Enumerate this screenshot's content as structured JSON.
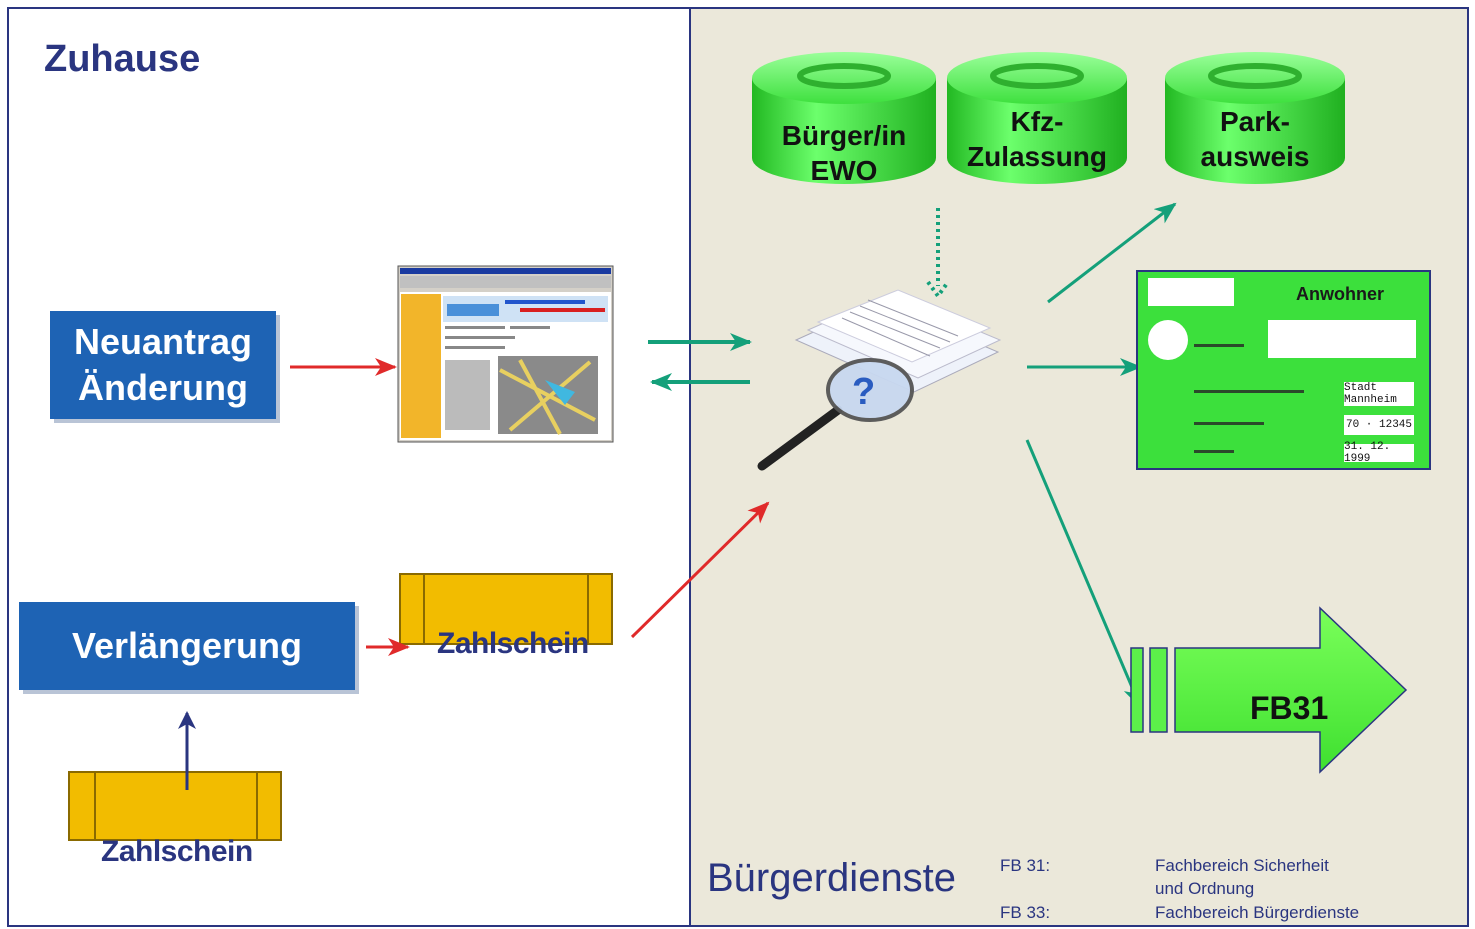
{
  "left_panel": {
    "title": "Zuhause",
    "neuantrag_box": "Neuantrag\nÄnderung",
    "verlaengerung_box": "Verlängerung",
    "slip_top_label": "Zahlschein",
    "slip_bottom_label": "Zahlschein"
  },
  "right_panel": {
    "title": "Bürgerdienste",
    "databases": [
      {
        "label": "Bürger/in\nEWO"
      },
      {
        "label": "Kfz-\nZulassung"
      },
      {
        "label": "Park-\nausweis"
      }
    ],
    "permit_card": {
      "header": "Anwohner",
      "value_1": "Stadt Mannheim",
      "value_2": "70 · 12345",
      "value_3": "31. 12. 1999"
    },
    "target_label": "FB31",
    "legend": {
      "row1_code": "FB 31:",
      "row1_text": "Fachbereich Sicherheit\nund Ordnung",
      "row2_code": "FB 33:",
      "row2_text": "Fachbereich Bürgerdienste"
    }
  },
  "colors": {
    "frame": "#2a3580",
    "right_bg": "#ebe8da",
    "box_blue": "#1e63b4",
    "slip_yellow": "#f2bc00",
    "arrow_red": "#e02a2a",
    "arrow_teal": "#14a07a",
    "database_green": "#3fe03f"
  }
}
